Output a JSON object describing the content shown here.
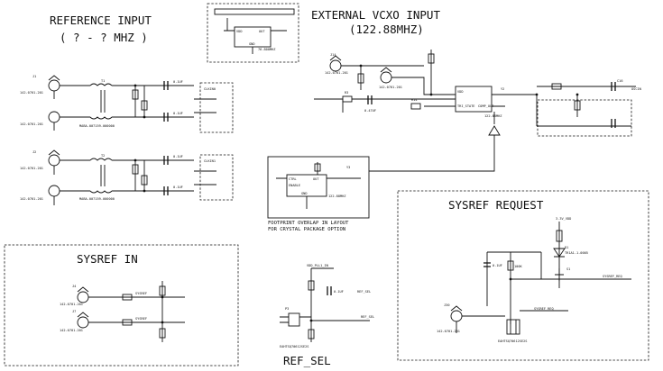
{
  "sections": {
    "reference_input": {
      "title": "REFERENCE INPUT",
      "subtitle": "( ? - ? MHZ )"
    },
    "external_vcxo": {
      "title": "EXTERNAL VCXO INPUT",
      "subtitle": "(122.88MHZ)"
    },
    "sysref_in": {
      "title": "SYSREF IN"
    },
    "sysref_request": {
      "title": "SYSREF REQUEST"
    },
    "ref_sel": {
      "title": "REF_SEL"
    },
    "footprint_note": {
      "line1": "FOOTPRINT OVERLAP IN LAYOUT",
      "line2": "FOR CRYSTAL PACKAGE OPTION"
    }
  },
  "labels": {
    "top_freq": "76.800MHZ",
    "vcxo_freq": "122.88MHZ",
    "y3_freq": "122.88MHZ",
    "y3": "Y3",
    "y2": "Y2",
    "vdd_pll": "VDD_PLL1_IN",
    "cap_01uf": "0.1UF",
    "cap_047uf": "0.47UF",
    "connector_pn": "142-0701-201",
    "balun_pn": "MABA-007159-000000",
    "led_pn": "TR1A1-1-0005",
    "jumper_pn": "EAHTSQ70612SE2S",
    "res_100k": "100K",
    "r_ref": "R3",
    "r_vcxo": "R14",
    "t1": "T1",
    "t2": "T2",
    "j_top": "J1",
    "j_mid": "J2",
    "j_sys": "J4",
    "j_sys2": "J7",
    "j_req": "J30",
    "j_vcxo": "J14",
    "c_out": "C16",
    "sw": "S1",
    "led": "D1",
    "vdd_33": "3.3V_VDD",
    "hdr": "P3",
    "clkin0": "CLKIN0",
    "clkin1": "CLKIN1",
    "sysref": "SYSREF",
    "sysref_req": "SYSREF_REQ",
    "ref_sel": "REF_SEL",
    "osc_in": "OSCIN",
    "vcxo_clk": "VCXO_CLK",
    "out": "OUT",
    "vdd": "VDD",
    "gnd": "GND",
    "ctrl": "CTRL",
    "tri_state": "TRI_STATE",
    "comp_out": "COMP_OUT",
    "enable": "ENABLE"
  }
}
